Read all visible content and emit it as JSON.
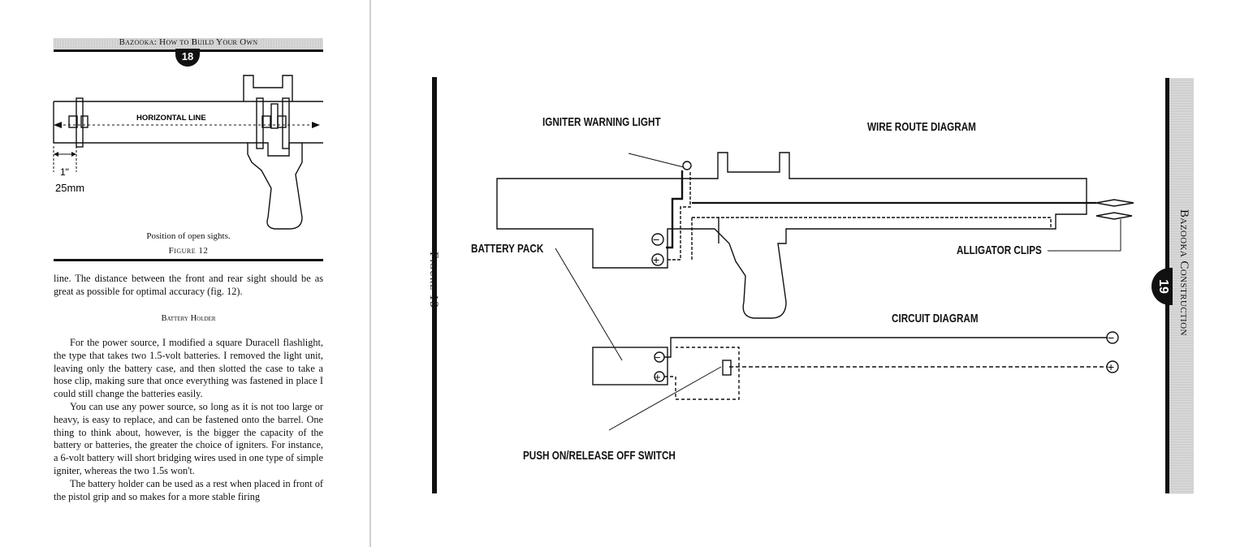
{
  "left_page": {
    "running_head": "Bazooka: How to Build Your Own",
    "page_number": "18",
    "figure12": {
      "line_label": "HORIZONTAL LINE",
      "dim_inch": "1\"",
      "dim_mm": "25mm",
      "caption_line1": "Position of open sights.",
      "caption_line2": "Figure 12"
    },
    "intro_paragraph": "line. The distance between the front and rear sight should be as great as possible for optimal accuracy (fig. 12).",
    "section_heading": "Battery Holder",
    "paragraphs": [
      "For the power source, I modified a square Duracell flashlight, the type that takes two 1.5-volt batteries. I removed the light unit, leaving only the battery case, and then slotted the case to take a hose clip, making sure that once everything was fastened in place I could still change the batteries easily.",
      "You can use any power source, so long as it is not too large or heavy, is easy to replace, and can be fastened onto the barrel. One thing to think about, however, is the bigger the capacity of the battery or batteries, the greater the choice of igniters. For instance, a 6-volt battery will short bridging wires used in one type of simple igniter, whereas the two 1.5s won't.",
      "The battery holder can be used as a rest when placed in front of the pistol grip and so makes for a more stable firing"
    ]
  },
  "right_page": {
    "figure_label": "Figure 13",
    "running_head": "Bazooka Construction",
    "page_number": "19",
    "labels": {
      "igniter_warning_light": "IGNITER WARNING LIGHT",
      "wire_route_diagram": "WIRE ROUTE DIAGRAM",
      "battery_pack": "BATTERY PACK",
      "alligator_clips": "ALLIGATOR CLIPS",
      "circuit_diagram": "CIRCUIT DIAGRAM",
      "push_switch": "PUSH ON/RELEASE OFF SWITCH"
    },
    "symbols": {
      "minus": "−",
      "plus": "+"
    }
  }
}
